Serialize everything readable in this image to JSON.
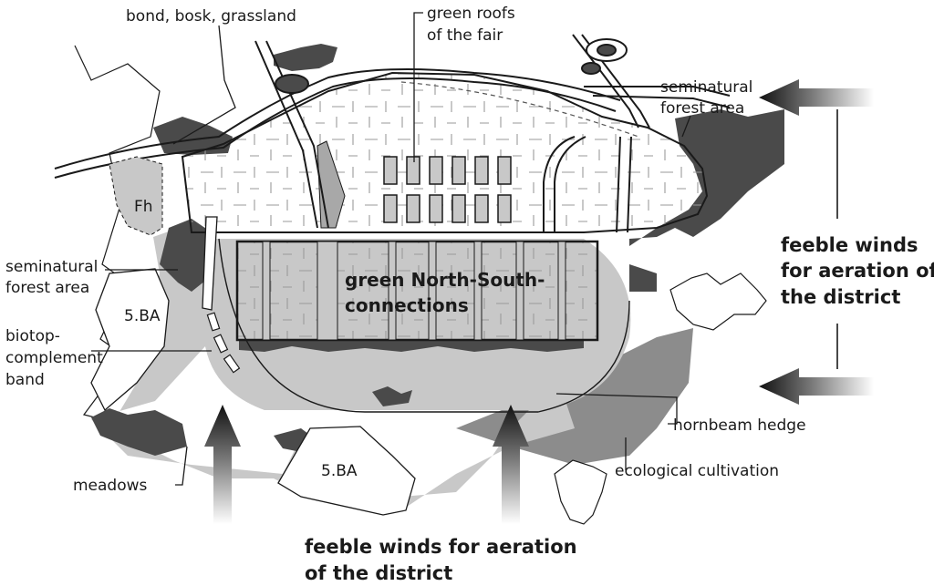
{
  "labels": {
    "bond_bosk": "bond, bosk, grassland",
    "green_roofs_1": "green roofs",
    "green_roofs_2": "of the fair",
    "seminatural_right_1": "seminatural",
    "seminatural_right_2": "forest area",
    "fh": "Fh",
    "seminatural_left_1": "seminatural",
    "seminatural_left_2": "forest area",
    "ba_left": "5.BA",
    "biotop_1": "biotop-",
    "biotop_2": "complement",
    "biotop_3": "band",
    "meadows": "meadows",
    "ba_bottom": "5.BA",
    "green_ns_1": "green North-South-",
    "green_ns_2": "connections",
    "hornbeam": "hornbeam hedge",
    "ecological": "ecological cultivation",
    "winds_right_1": "feeble winds",
    "winds_right_2": "for aeration of",
    "winds_right_3": "the district",
    "winds_bottom_1": "feeble winds for aeration",
    "winds_bottom_2": "of the district"
  },
  "colors": {
    "dark_forest": "#4a4a4a",
    "mid_gray": "#8c8c8c",
    "light_gray": "#c8c8c8",
    "white": "#ffffff",
    "ink": "#1a1a1a"
  }
}
